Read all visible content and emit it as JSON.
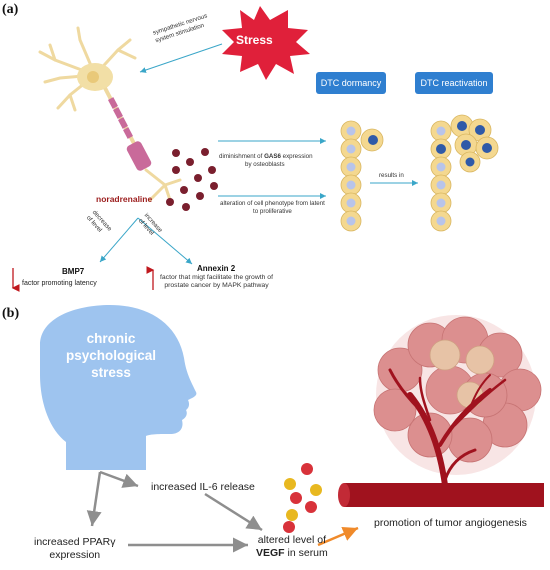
{
  "panel_a": {
    "label": "(a)",
    "stress": "Stress",
    "sympathetic": [
      "sympathetic nervous",
      "system stimulation"
    ],
    "noradrenaline": "noradrenaline",
    "dtc_dormancy": "DTC dormancy",
    "dtc_reactivation": "DTC reactivation",
    "gas6_line1_pre": "diminishment of ",
    "gas6_bold": "GAS6",
    "gas6_line1_post": " expression",
    "gas6_line2": "by osteoblasts",
    "phenotype": [
      "alteration of cell phenotype from latent",
      "to proliferative"
    ],
    "results_in": "results in",
    "decrease_level": [
      "decrease",
      "of level"
    ],
    "increase_level": [
      "increase",
      "of level"
    ],
    "bmp7": "BMP7",
    "bmp7_desc": "factor promoting latency",
    "annexin": "Annexin 2",
    "annexin_desc": [
      "factor that migt facilitate the growth of",
      "prostate cancer by MAPK pathway"
    ]
  },
  "panel_b": {
    "label": "(b)",
    "head_text": [
      "chronic",
      "psychological",
      "stress"
    ],
    "il6": "increased IL-6 release",
    "ppar": [
      "increased PPARγ",
      "expression"
    ],
    "vegf_line1": "altered level of",
    "vegf_bold": "VEGF",
    "vegf_line2_post": " in serum",
    "angiogenesis": "promotion of tumor angiogenesis"
  },
  "colors": {
    "stress_red": "#e0203a",
    "box_blue": "#2f7fd0",
    "arrow_blue": "#3aa6c8",
    "neuron": "#f2dfa6",
    "myelin": "#c96a9a",
    "vesicle": "#7a1f2e",
    "noradrenaline_text": "#9b1c1c",
    "cell_fill": "#f4d890",
    "nucleus": "#b8c4ea",
    "active_nucleus": "#2f5aa8",
    "head_blue": "#9ec4ef",
    "tumor": "#d98a8a",
    "vessel": "#a0121e",
    "arrow_grey": "#8e8e8e",
    "arrow_orange": "#f08a2a",
    "ball_red": "#d8323a",
    "ball_yellow": "#e8b820"
  }
}
